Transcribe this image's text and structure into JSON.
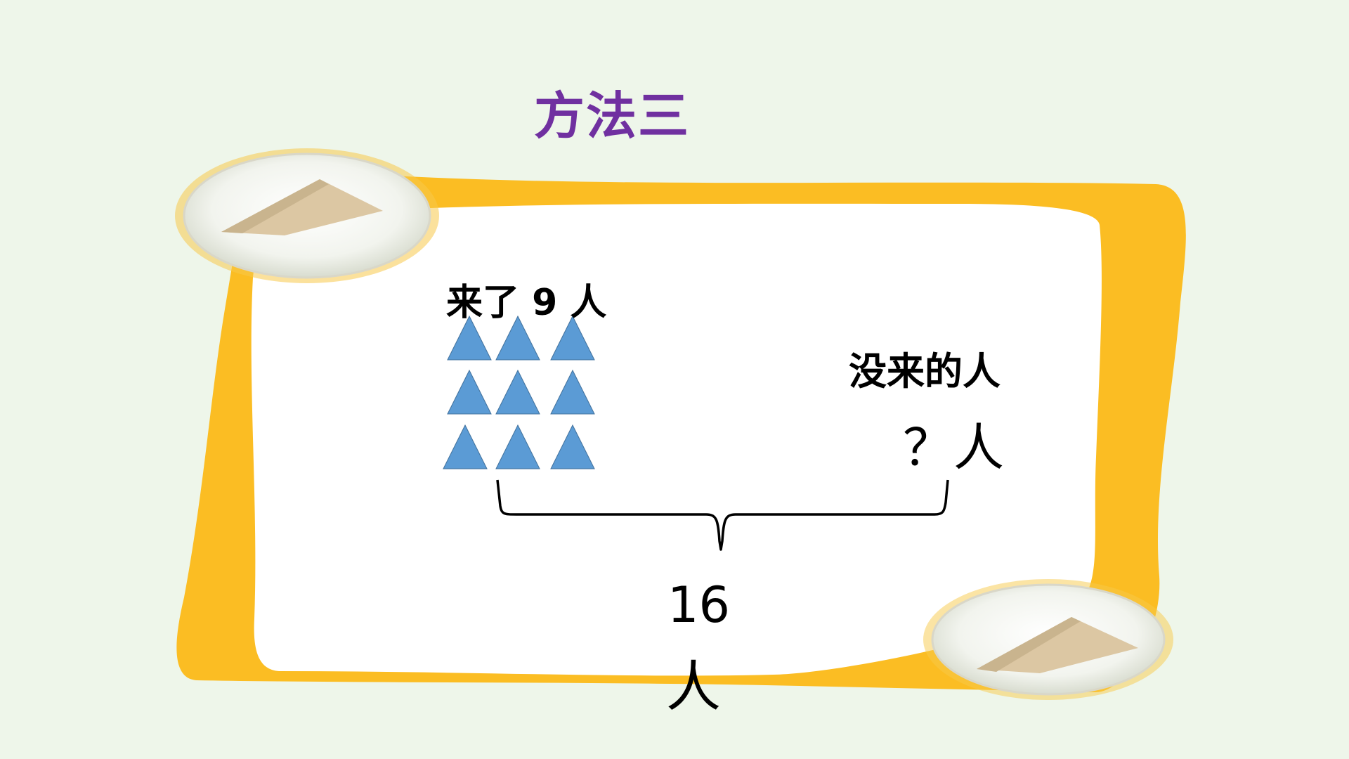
{
  "title": "方法三",
  "came_label": "来了 9 人",
  "not_came_label": "没来的人",
  "unknown_label": "？人",
  "total_number": "16",
  "total_unit": "人",
  "triangle_count": 9,
  "colors": {
    "title": "#7030a0",
    "triangle_fill": "#5b9bd5",
    "scroll_frame": "#fbbd23",
    "background": "#eef6ea"
  }
}
